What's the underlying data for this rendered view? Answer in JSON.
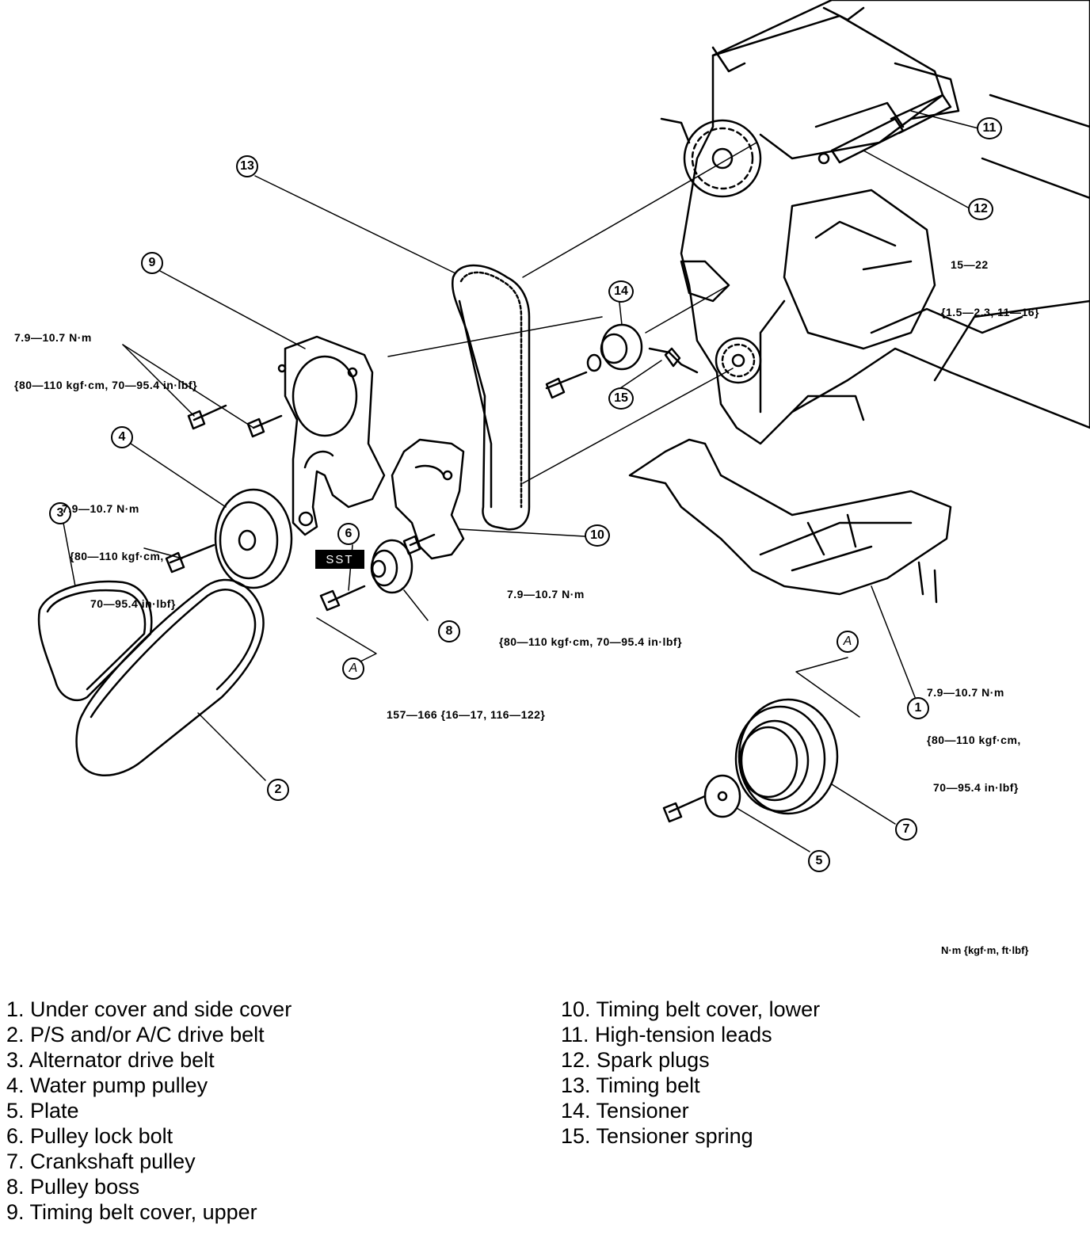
{
  "callouts": [
    "1",
    "2",
    "3",
    "4",
    "5",
    "6",
    "7",
    "8",
    "9",
    "10",
    "11",
    "12",
    "13",
    "14",
    "15",
    "A",
    "A"
  ],
  "sst_label": "SST",
  "torque_specs": {
    "t9_a": "7.9—10.7 N·m",
    "t9_b": "{80—110 kgf·cm, 70—95.4 in·lbf}",
    "t4_a": "7.9—10.7 N·m",
    "t4_b": "{80—110 kgf·cm,",
    "t4_c": "70—95.4 in·lbf}",
    "t10_a": "7.9—10.7 N·m",
    "t10_b": "{80—110 kgf·cm, 70—95.4 in·lbf}",
    "t12_a": "15—22",
    "t12_b": "{1.5—2.3, 11—16}",
    "t6": "157—166 {16—17, 116—122}",
    "t1_a": "7.9—10.7 N·m",
    "t1_b": "{80—110 kgf·cm,",
    "t1_c": "70—95.4 in·lbf}"
  },
  "units_note": "N·m {kgf·m, ft·lbf}",
  "legend_left": [
    "1. Under cover and side cover",
    "2. P/S and/or A/C drive belt",
    "3. Alternator drive belt",
    "4. Water pump pulley",
    "5. Plate",
    "6. Pulley lock bolt",
    "7. Crankshaft pulley",
    "8. Pulley boss",
    "9. Timing belt cover, upper"
  ],
  "legend_right": [
    "10. Timing belt cover, lower",
    "11. High-tension leads",
    "12. Spark plugs",
    "13. Timing belt",
    "14. Tensioner",
    "15. Tensioner spring"
  ]
}
